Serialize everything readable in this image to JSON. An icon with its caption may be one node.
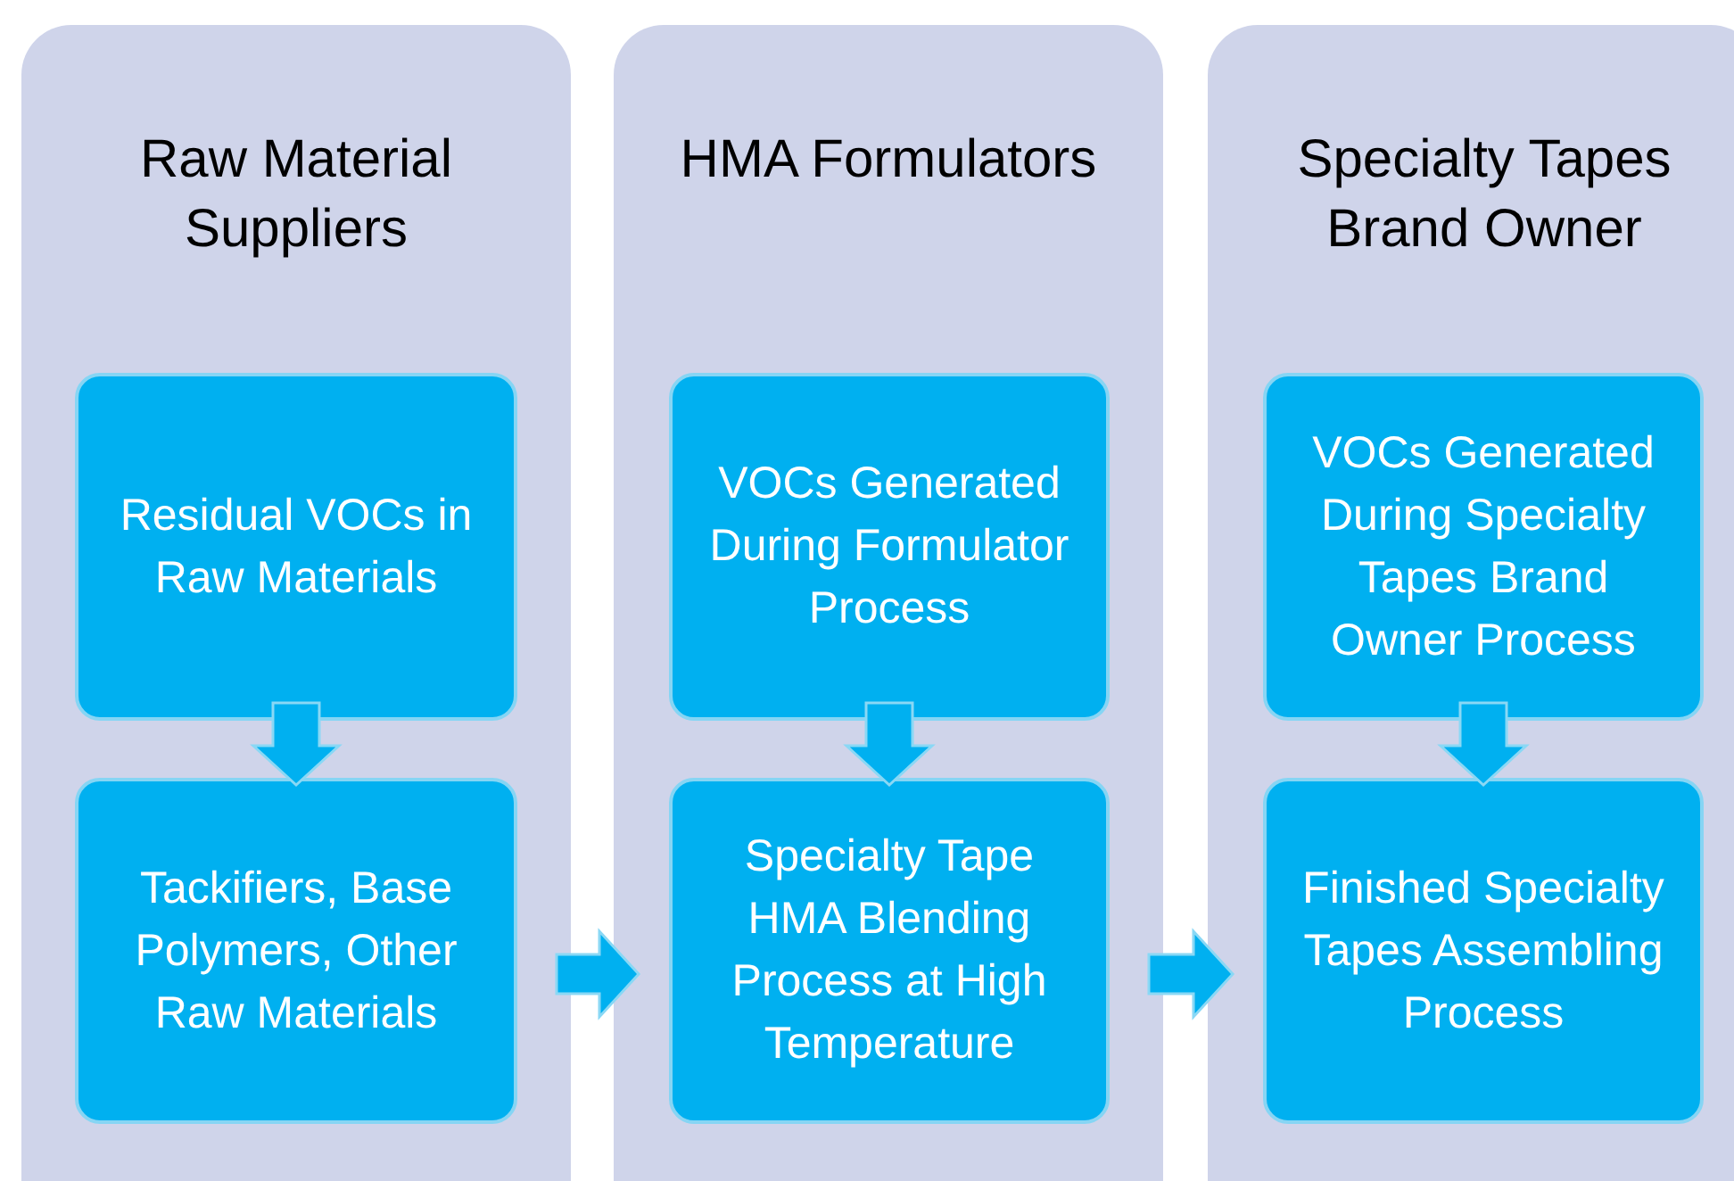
{
  "diagram": {
    "nodes": [
      {
        "text": [
          "Raw Material Suppliers"
        ]
      },
      {
        "text": [
          "Residual VOCs in Raw Materials"
        ],
        "in": 0
      },
      {
        "text": [
          "Tackifiers, Base Polymers, Other Raw Materials"
        ],
        "in": 0
      },
      {
        "text": [
          "HMA Formulators"
        ]
      },
      {
        "text": [
          "VOCs Generated During Formulator Process"
        ],
        "in": 3
      },
      {
        "text": [
          "Specialty Tape HMA Blending Process at High Temperature"
        ],
        "in": 3
      },
      {
        "text": [
          "Specialty Tapes Brand Owner"
        ]
      },
      {
        "text": [
          "VOCs Generated During Specialty Tapes Brand Owner Process"
        ],
        "in": 6
      },
      {
        "text": [
          "Finished Specialty Tapes Assembling Process"
        ],
        "in": 6
      }
    ],
    "edges": [
      {
        "from": 1,
        "to": 2,
        "arrow": "to"
      },
      {
        "from": 0,
        "to": 3,
        "arrow": "to"
      },
      {
        "from": 4,
        "to": 5,
        "arrow": "to"
      },
      {
        "from": 3,
        "to": 6,
        "arrow": "to"
      },
      {
        "from": 7,
        "to": 8,
        "arrow": "to"
      }
    ]
  }
}
